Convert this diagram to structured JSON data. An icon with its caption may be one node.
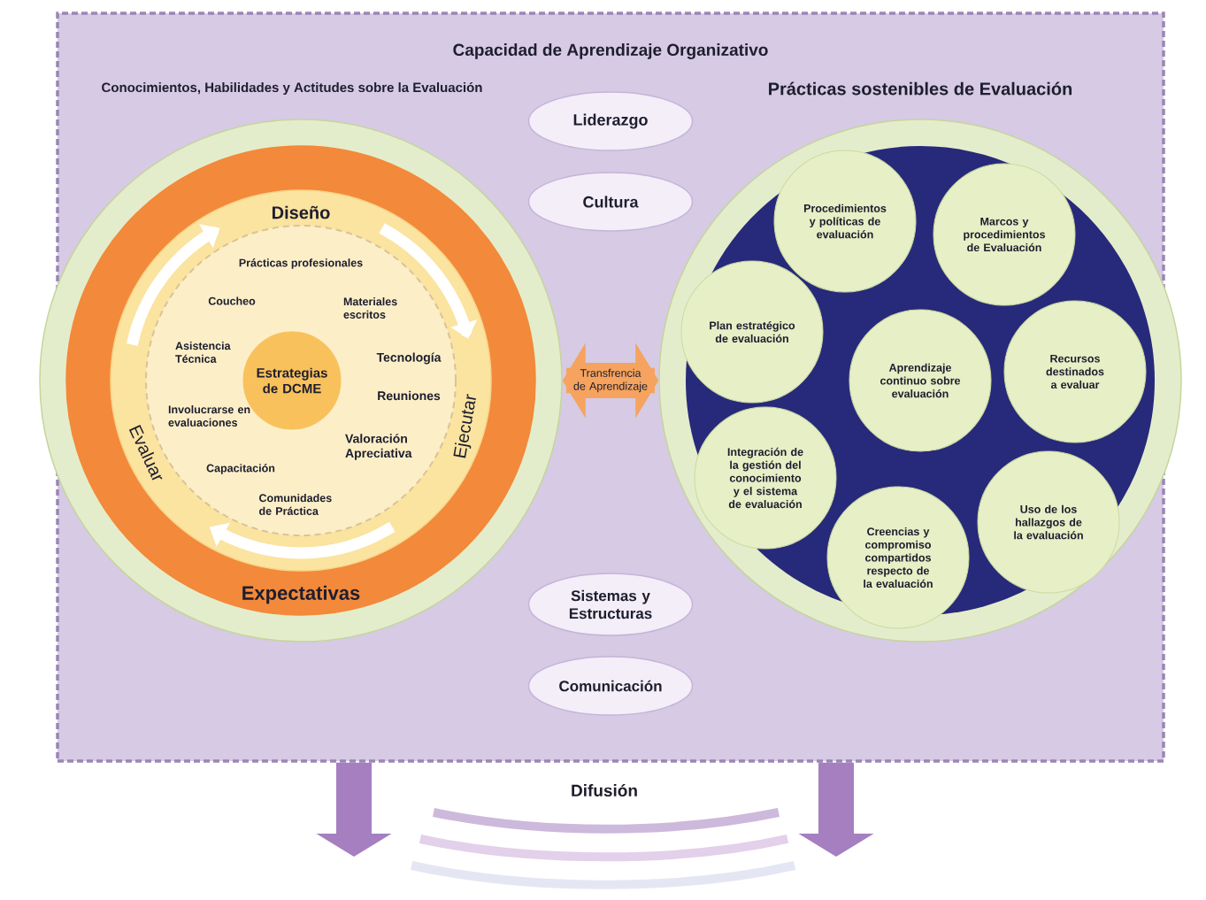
{
  "diagram": {
    "nodes": [
      {
        "text": [
          "Capacidad de Aprendizaje Organizativo"
        ]
      },
      {
        "text": [
          "Liderazgo"
        ],
        "in": 0
      },
      {
        "text": [
          "Cultura"
        ],
        "in": 0
      },
      {
        "text": [
          "Conocimientos, Habilidades y Actitudes sobre la Evaluación"
        ],
        "in": 0
      },
      {
        "text": [
          "Expectativas"
        ],
        "in": 3
      },
      {
        "text": [
          "Diseño",
          "Evaluar",
          "Ejecutar"
        ],
        "in": 4
      },
      {
        "text": [
          "Prácticas profesionales",
          "Coucheo",
          "Materiales escritos",
          "Asistencia Técnica",
          "Tecnología",
          "Involucrarse en evaluaciones",
          "Reuniones",
          "Valoración Apreciativa",
          "Capacitación",
          "Comunidades de Práctica"
        ],
        "in": 5
      },
      {
        "text": [
          "Estrategias de DCME"
        ],
        "in": 6
      },
      {
        "text": [
          "Prácticas sostenibles de Evaluación"
        ],
        "in": 0
      },
      {
        "text": [
          "Procedimientos y políticas de evaluación"
        ],
        "in": 8
      },
      {
        "text": [
          "Marcos y procedimientos de Evaluación"
        ],
        "in": 8
      },
      {
        "text": [
          "Plan estratégico de evaluación"
        ],
        "in": 8
      },
      {
        "text": [
          "Aprendizaje continuo sobre evaluación"
        ],
        "in": 8
      },
      {
        "text": [
          "Recursos destinados a evaluar"
        ],
        "in": 8
      },
      {
        "text": [
          "Integración de la gestión del conocimiento y el sistema de evaluación"
        ],
        "in": 8
      },
      {
        "text": [
          "Uso de los hallazgos de la evaluación"
        ],
        "in": 8
      },
      {
        "text": [
          "Creencias y compromiso compartidos respecto de la evaluación"
        ],
        "in": 8
      },
      {
        "text": [
          "Sistemas y Estructuras"
        ],
        "in": 0
      },
      {
        "text": [
          "Comunicación"
        ],
        "in": 0
      }
    ],
    "edges": [
      {
        "from": 3,
        "to": 8,
        "arrow": "both",
        "label": "Transfrencia de Aprendizaje",
        "color": "#f5a35e"
      },
      {
        "from": 0,
        "to": null,
        "arrow": "to",
        "color": "#a57fc0"
      },
      {
        "from": 0,
        "to": null,
        "arrow": "to",
        "color": "#a57fc0"
      }
    ],
    "labels": [
      "Difusión"
    ]
  }
}
